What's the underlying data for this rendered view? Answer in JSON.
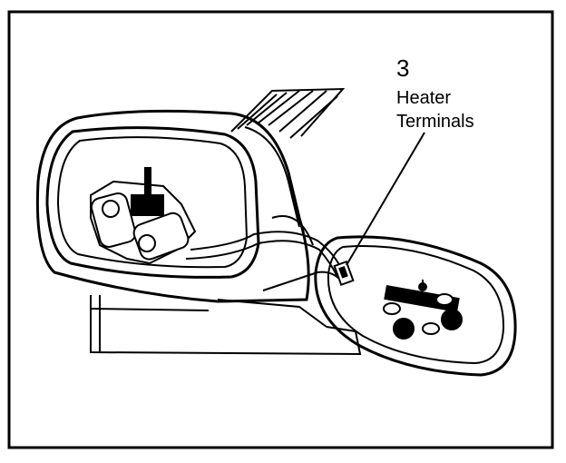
{
  "callout": {
    "number": "3",
    "line1": "Heater",
    "line2": "Terminals"
  },
  "colors": {
    "ink": "#000000",
    "paper": "#ffffff"
  }
}
